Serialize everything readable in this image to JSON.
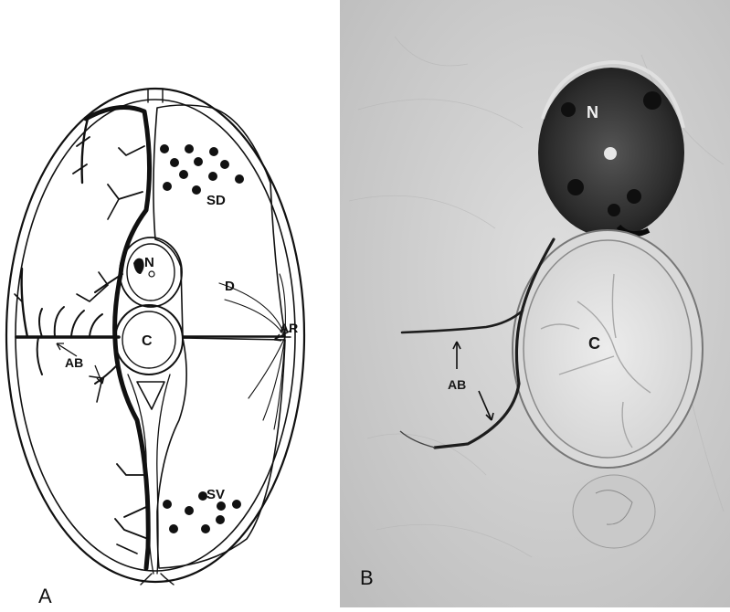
{
  "panels": [
    {
      "letter": "A",
      "labels": {
        "spinal_cord": "N",
        "notochord": "C",
        "dorsal": "D",
        "dorsal_small": "SD",
        "ventral_small": "SV",
        "ab": "AB",
        "ar": "AR"
      }
    },
    {
      "letter": "B",
      "labels": {
        "spinal_cord": "N",
        "notochord": "C",
        "ab": "AB"
      }
    }
  ],
  "colors": {
    "ink": "#111111",
    "paper": "#ffffff",
    "photo_bg": "#cfcfcf",
    "photo_cell": "#e3e3e3",
    "photo_dark": "#2a2a2a"
  }
}
